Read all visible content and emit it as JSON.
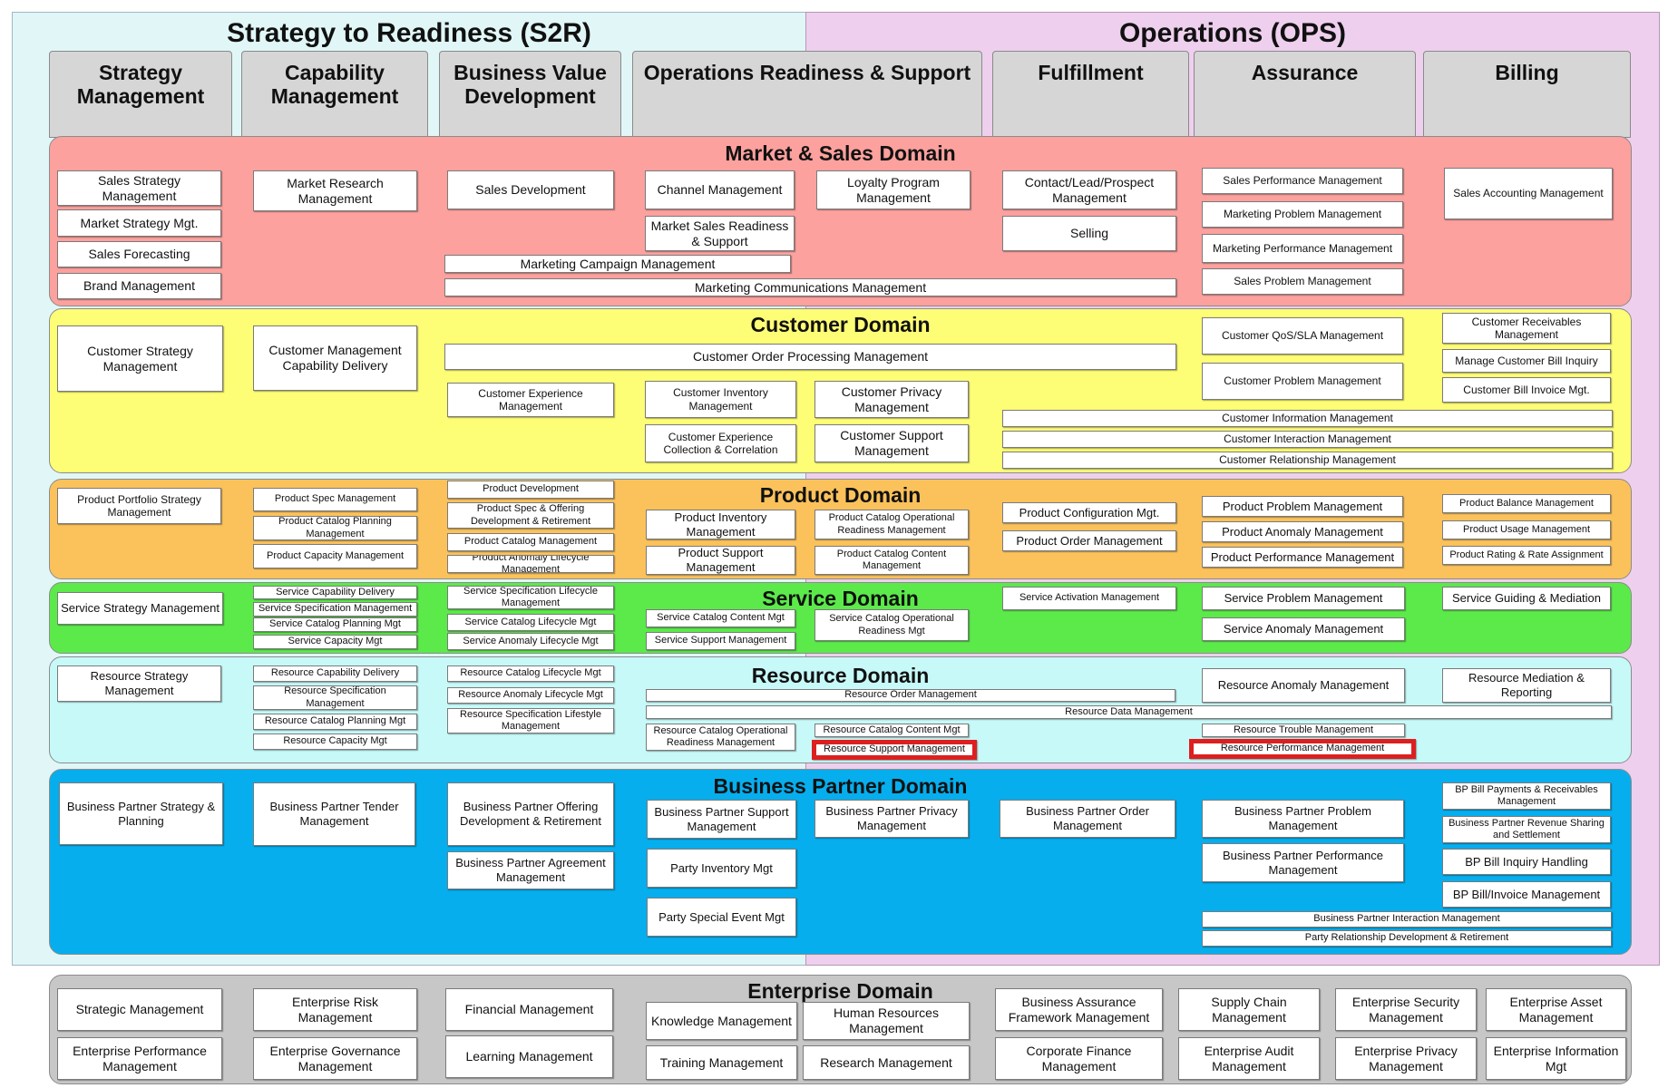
{
  "headers": [
    {
      "text": "Strategy to Readiness (S2R)",
      "color": "#e1f7f7"
    },
    {
      "text": "Operations (OPS)",
      "color": "#eed0ee"
    }
  ],
  "columns": [
    "Strategy Management",
    "Capability Management",
    "Business Value Development",
    "Operations Readiness & Support",
    "Fulfillment",
    "Assurance",
    "Billing"
  ],
  "domains": [
    {
      "title": "Market & Sales Domain",
      "color": "#fca19e"
    },
    {
      "title": "Customer Domain",
      "color": "#fefd76"
    },
    {
      "title": "Product Domain",
      "color": "#fbc25c"
    },
    {
      "title": "Service Domain",
      "color": "#5bea4a"
    },
    {
      "title": "Resource Domain",
      "color": "#c8f9f9"
    },
    {
      "title": "Business Partner Domain",
      "color": "#06aeee"
    },
    {
      "title": "Enterprise Domain",
      "color": "#c7c7c7"
    }
  ],
  "highlight_color": "#dd1f1f",
  "boxes": [
    "Sales Strategy Management",
    "Market Strategy Mgt.",
    "Sales Forecasting",
    "Brand Management",
    "Market Research Management",
    "Sales Development",
    "Channel Management",
    "Loyalty Program Management",
    "Market Sales Readiness & Support",
    "Marketing Campaign Management",
    "Marketing Communications Management",
    "Contact/Lead/Prospect Management",
    "Selling",
    "Sales Performance Management",
    "Marketing Problem Management",
    "Marketing Performance Management",
    "Sales Problem Management",
    "Sales Accounting Management",
    "Customer Strategy Management",
    "Customer Management Capability Delivery",
    "Customer Order Processing Management",
    "Customer Experience Management",
    "Customer Inventory Management",
    "Customer Privacy Management",
    "Customer Experience Collection & Correlation",
    "Customer Support Management",
    "Customer QoS/SLA Management",
    "Customer Problem Management",
    "Customer Receivables Management",
    "Manage Customer Bill Inquiry",
    "Customer Bill Invoice Mgt.",
    "Customer Information Management",
    "Customer Interaction Management",
    "Customer Relationship Management",
    "Product Portfolio Strategy Management",
    "Product Spec Management",
    "Product Catalog Planning Management",
    "Product Capacity Management",
    "Product Development",
    "Product Spec & Offering Development & Retirement",
    "Product Catalog Management",
    "Product Anomaly Lifecycle Management",
    "Product Inventory Management",
    "Product Catalog Operational Readiness Management",
    "Product Support Management",
    "Product Catalog Content Management",
    "Product Configuration Mgt.",
    "Product Order Management",
    "Product Problem Management",
    "Product Anomaly Management",
    "Product Performance Management",
    "Product Balance Management",
    "Product Usage Management",
    "Product Rating & Rate Assignment",
    "Service Strategy Management",
    "Service Capability Delivery",
    "Service Specification Management",
    "Service Catalog Planning Mgt",
    "Service Capacity Mgt",
    "Service Specification Lifecycle Management",
    "Service Catalog Lifecycle Mgt",
    "Service Anomaly Lifecycle Mgt",
    "Service Catalog Content Mgt",
    "Service Support Management",
    "Service Catalog Operational Readiness Mgt",
    "Service Activation Management",
    "Service Problem Management",
    "Service Anomaly Management",
    "Service Guiding & Mediation",
    "Resource Strategy Management",
    "Resource Capability Delivery",
    "Resource Specification Management",
    "Resource Catalog Planning Mgt",
    "Resource Capacity Mgt",
    "Resource Catalog Lifecycle Mgt",
    "Resource Anomaly Lifecycle Mgt",
    "Resource Specification Lifestyle Management",
    "Resource Order Management",
    "Resource Data Management",
    "Resource Catalog Operational Readiness Management",
    "Resource Catalog Content Mgt",
    "Resource Support Management",
    "Resource Anomaly Management",
    "Resource Trouble Management",
    "Resource Performance Management",
    "Resource Mediation & Reporting",
    "Business Partner Strategy & Planning",
    "Business Partner Tender Management",
    "Business Partner Offering Development & Retirement",
    "Business Partner Agreement Management",
    "Business Partner Support Management",
    "Business Partner Privacy Management",
    "Party Inventory Mgt",
    "Party Special Event Mgt",
    "Business Partner Order Management",
    "Business Partner Problem Management",
    "Business Partner Performance Management",
    "BP Bill Payments & Receivables Management",
    "Business Partner Revenue Sharing and Settlement",
    "BP Bill Inquiry Handling",
    "BP Bill/Invoice Management",
    "Business Partner Interaction Management",
    "Party Relationship Development & Retirement",
    "Strategic Management",
    "Enterprise Performance Management",
    "Enterprise Risk Management",
    "Enterprise Governance Management",
    "Financial Management",
    "Learning Management",
    "Knowledge Management",
    "Human Resources Management",
    "Training Management",
    "Research Management",
    "Business Assurance Framework Management",
    "Corporate Finance Management",
    "Supply Chain Management",
    "Enterprise Audit Management",
    "Enterprise Security Management",
    "Enterprise Privacy Management",
    "Enterprise Asset Management",
    "Enterprise Information Mgt"
  ]
}
